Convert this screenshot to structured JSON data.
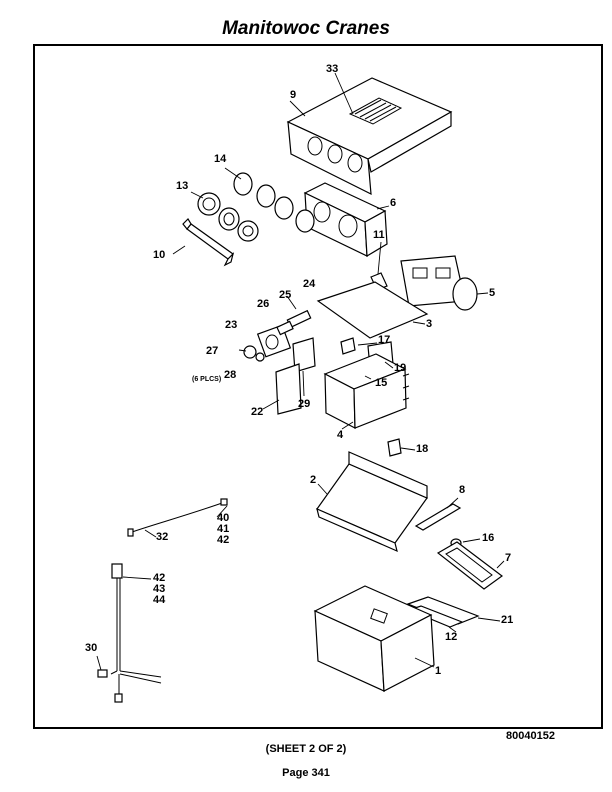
{
  "header": {
    "title": "Manitowoc Cranes"
  },
  "footer": {
    "drawing_number": "80040152",
    "sheet": "(SHEET 2 OF 2)",
    "page": "Page 341"
  },
  "callouts": {
    "c33": "33",
    "c9": "9",
    "c14": "14",
    "c13": "13",
    "c6": "6",
    "c10": "10",
    "c11": "11",
    "c5": "5",
    "c24": "24",
    "c25": "25",
    "c26": "26",
    "c23": "23",
    "c3": "3",
    "c17": "17",
    "c27": "27",
    "c28": "28",
    "plcs": "(6 PLCS)",
    "c19": "19",
    "c15": "15",
    "c22": "22",
    "c29": "29",
    "c4": "4",
    "c18": "18",
    "c2": "2",
    "c8": "8",
    "c40": "40",
    "c41": "41",
    "c42a": "42",
    "c32": "32",
    "c16": "16",
    "c7": "7",
    "c42b": "42",
    "c43": "43",
    "c44": "44",
    "c21": "21",
    "c12": "12",
    "c30": "30",
    "c1": "1"
  }
}
